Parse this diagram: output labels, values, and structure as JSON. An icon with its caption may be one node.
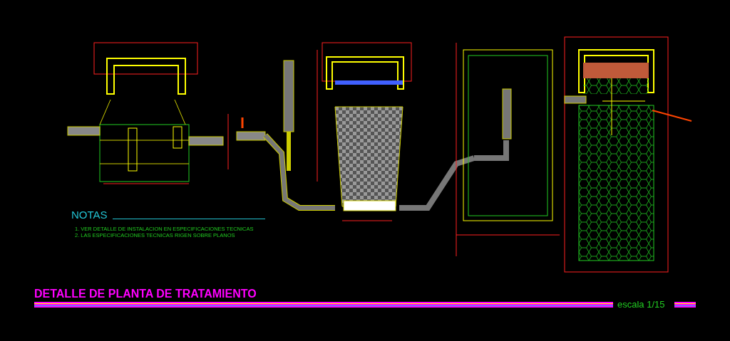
{
  "diagram": {
    "title": "DETALLE DE PLANTA DE TRATAMIENTO",
    "labels": [
      "NOTAS",
      "1. VER DETALLE DE INSTALACION EN ESPECIFICACIONES TECNICAS",
      "2. LAS ESPECIFICACIONES TECNICAS RIGEN SOBRE PLANOS",
      "escala 1/15"
    ]
  }
}
